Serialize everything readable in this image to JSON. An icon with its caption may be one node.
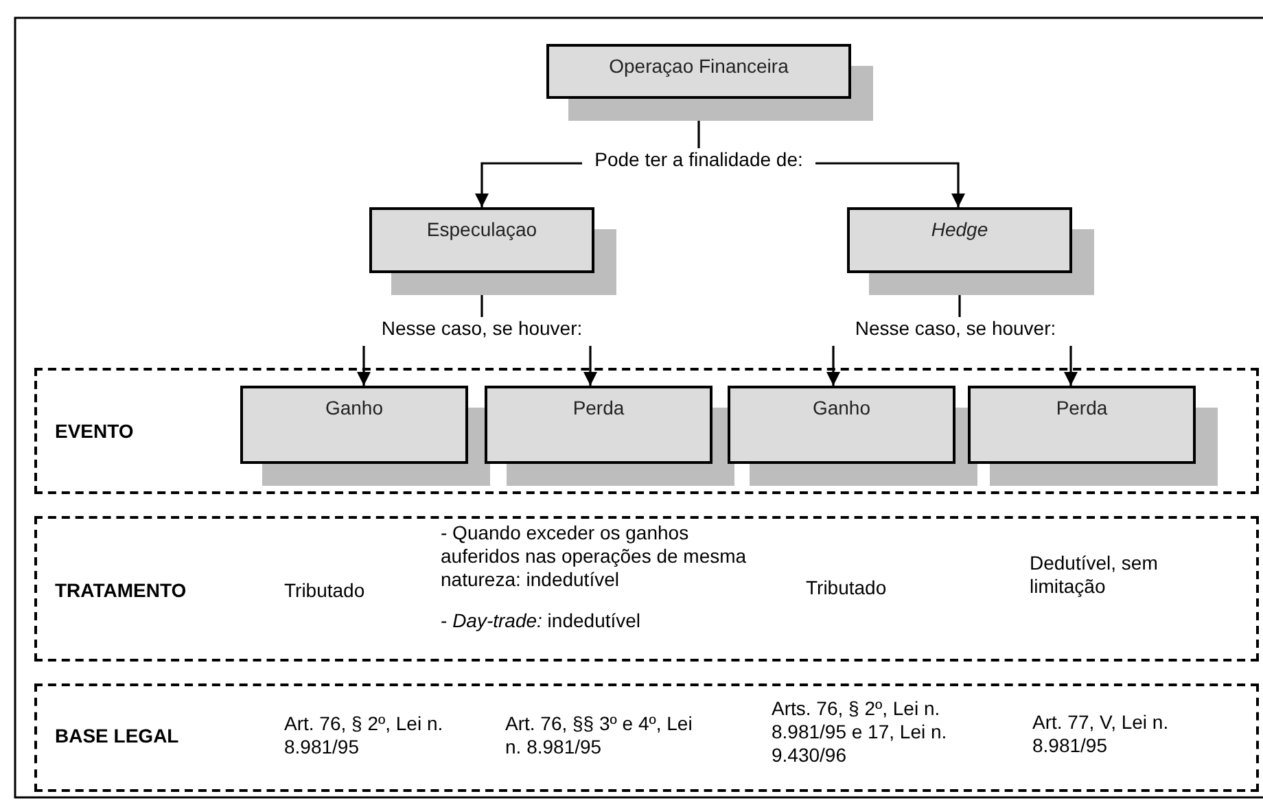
{
  "diagram": {
    "nodes": [
      {
        "text": [
          "Operaçao Financeira"
        ]
      },
      {
        "text": [
          "Pode ter a finalidade de:"
        ]
      },
      {
        "text": [
          "Especulaçao"
        ]
      },
      {
        "text": [
          "Hedge"
        ]
      },
      {
        "text": [
          "Nesse caso, se houver:"
        ]
      },
      {
        "text": [
          "Nesse caso, se houver:"
        ]
      },
      {
        "text": [
          "EVENTO"
        ]
      },
      {
        "text": [
          "Ganho"
        ],
        "in": 6
      },
      {
        "text": [
          "Perda"
        ],
        "in": 6
      },
      {
        "text": [
          "Ganho"
        ],
        "in": 6
      },
      {
        "text": [
          "Perda"
        ],
        "in": 6
      },
      {
        "text": [
          "TRATAMENTO",
          "Tributado",
          "- Quando exceder os ganhos auferidos nas operações de mesma natureza: indedutível",
          "- *Day-trade:* indedutível",
          "Tributado",
          "Dedutível, sem limitação"
        ]
      },
      {
        "text": [
          "BASE LEGAL",
          "Art. 76, § 2º, Lei n. 8.981/95",
          "Art. 76, §§ 3º e 4º, Lei n. 8.981/95",
          "Arts. 76, § 2º, Lei n. 8.981/95 e 17, Lei n. 9.430/96",
          "Art. 77, V, Lei n. 8.981/95"
        ]
      }
    ],
    "edges": [
      {
        "from": 0,
        "to": 1,
        "arrow": "none"
      },
      {
        "from": 1,
        "to": 2,
        "arrow": "to"
      },
      {
        "from": 1,
        "to": 3,
        "arrow": "to"
      },
      {
        "from": 2,
        "to": 4,
        "arrow": "none"
      },
      {
        "from": 3,
        "to": 5,
        "arrow": "none"
      },
      {
        "from": 4,
        "to": 7,
        "arrow": "to"
      },
      {
        "from": 4,
        "to": 8,
        "arrow": "to"
      },
      {
        "from": 5,
        "to": 9,
        "arrow": "to"
      },
      {
        "from": 5,
        "to": 10,
        "arrow": "to"
      }
    ]
  }
}
